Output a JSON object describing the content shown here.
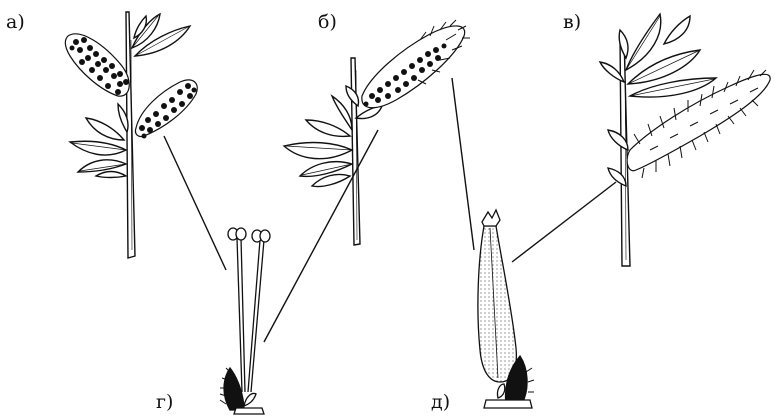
{
  "figure": {
    "labels": {
      "a": "а)",
      "b": "б)",
      "v": "в)",
      "g": "г)",
      "d": "д)"
    },
    "colors": {
      "ink": "#111111",
      "paper": "#ffffff",
      "stipple": "#555555"
    }
  }
}
